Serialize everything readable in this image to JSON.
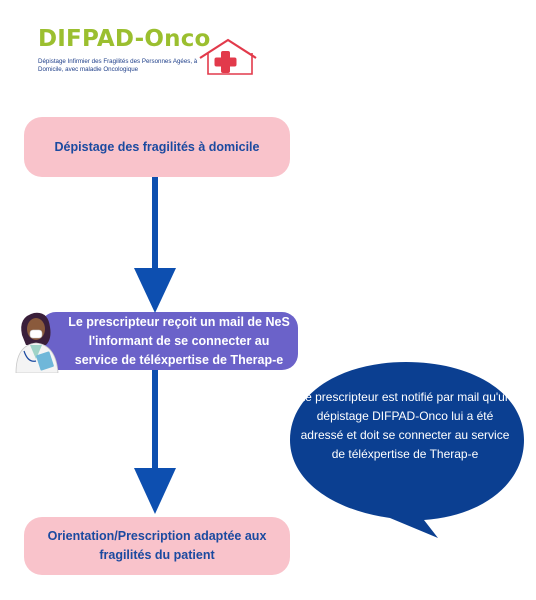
{
  "logo": {
    "title_part1": "DIFPAD",
    "title_dash": "-",
    "title_part2": "Onco",
    "subtitle": "Dépistage Infirmier des Fragilités des Personnes Agées, à Domicile, avec maladie Oncologique"
  },
  "flow": {
    "step1": "Dépistage des fragilités à domicile",
    "step2": "Le prescripteur reçoit un mail de NeS l'informant de se connecter au service de téléxpertise de Therap-e",
    "step3": "Orientation/Prescription adaptée aux fragilités du patient"
  },
  "bubble": {
    "text": "Le prescripteur est notifié par mail qu'un dépistage DIFPAD-Onco lui a été adressé et doit se connecter au service de téléxpertise de Therap-e"
  },
  "colors": {
    "pink_box": "#f9c3cb",
    "purple_box": "#6b62c9",
    "arrow_blue": "#0d4fb0",
    "bubble_blue": "#0b3f91",
    "logo_green": "#9bbf2f",
    "logo_red": "#e23a4b"
  },
  "icons": [
    "house-icon",
    "red-cross-icon",
    "doctor-icon"
  ]
}
